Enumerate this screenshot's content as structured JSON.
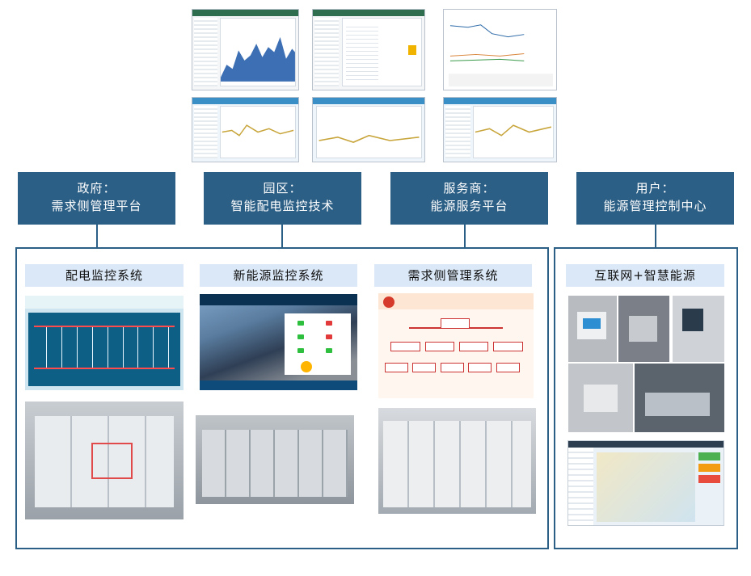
{
  "headers": [
    {
      "line1": "政府：",
      "line2": "需求侧管理平台"
    },
    {
      "line1": "园区：",
      "line2": "智能配电监控技术"
    },
    {
      "line1": "服务商：",
      "line2": "能源服务平台"
    },
    {
      "line1": "用户：",
      "line2": "能源管理控制中心"
    }
  ],
  "subsystems": [
    {
      "label": "配电监控系统"
    },
    {
      "label": "新能源监控系统"
    },
    {
      "label": "需求侧管理系统"
    },
    {
      "label": "互联网+智慧能源"
    }
  ],
  "colors": {
    "header_bg": "#2c5f85",
    "subsystem_bg": "#dbe8f7",
    "frame": "#2c5f85"
  },
  "icons": [
    "platform-screenshot",
    "scada-screen",
    "cabinet-photo",
    "map-view"
  ]
}
